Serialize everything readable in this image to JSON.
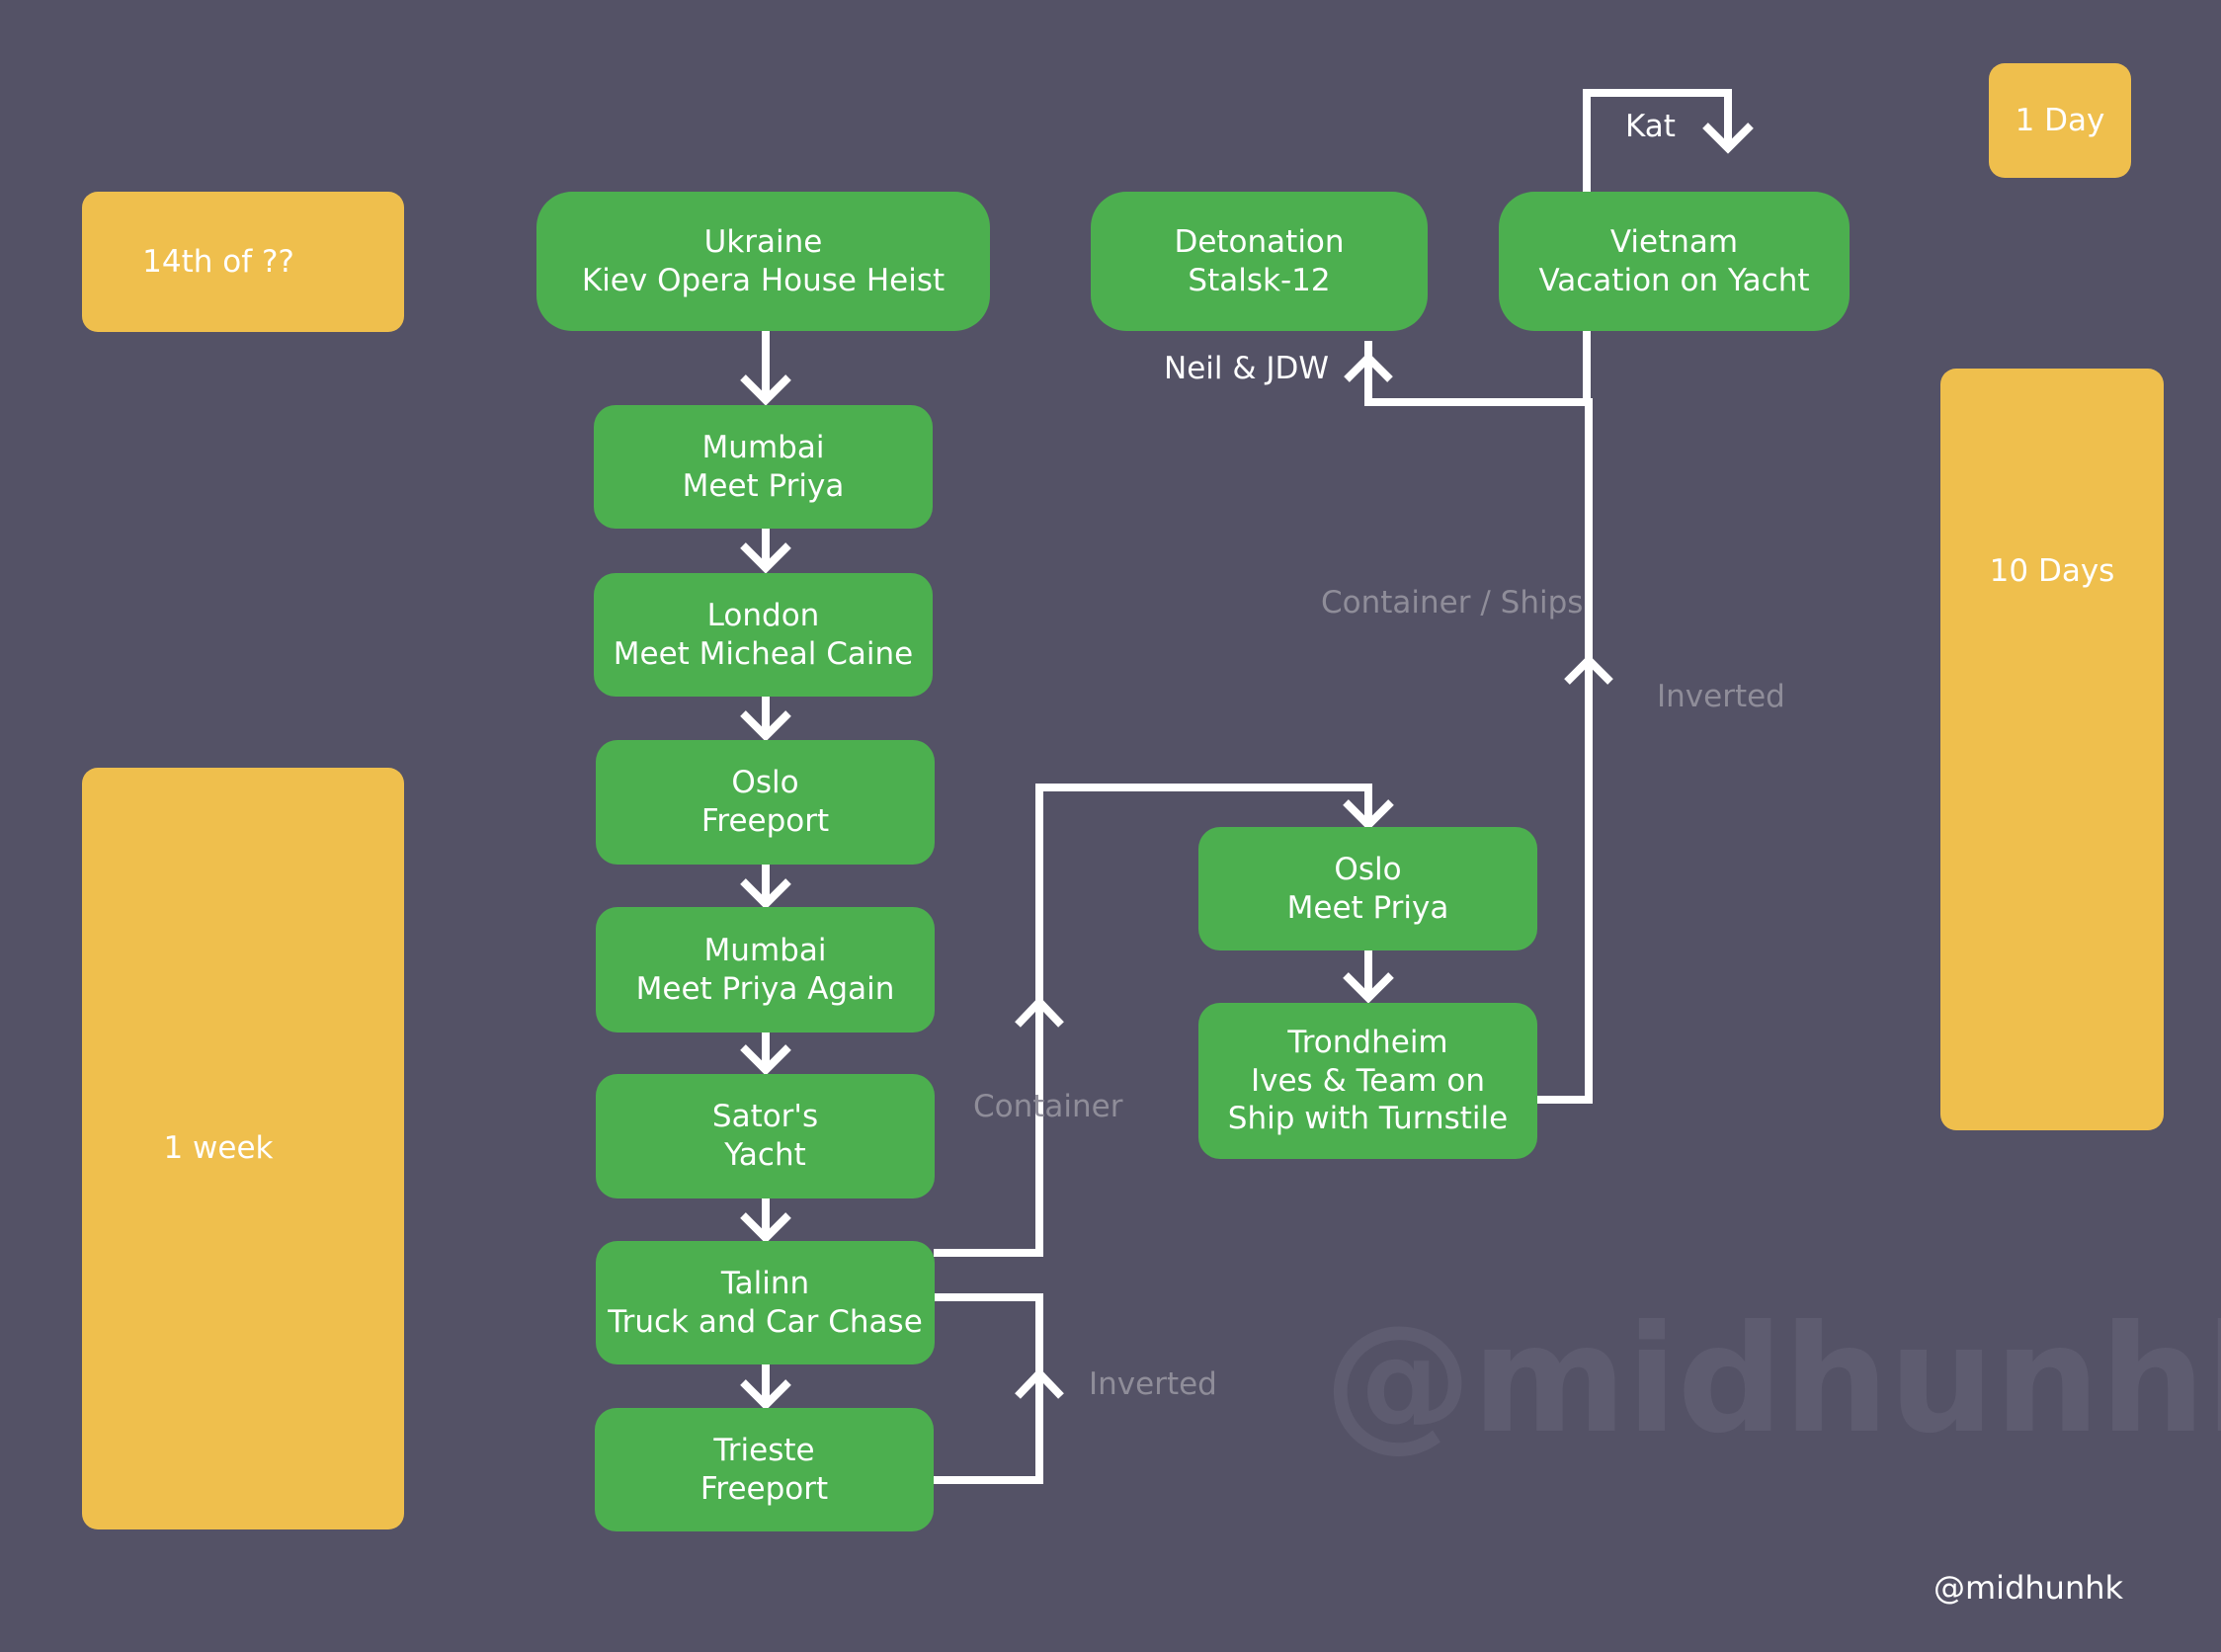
{
  "nodes": {
    "ukraine": [
      "Ukraine",
      "Kiev Opera House Heist"
    ],
    "mumbai1": [
      "Mumbai",
      "Meet Priya"
    ],
    "london": [
      "London",
      "Meet Micheal Caine"
    ],
    "oslo_freeport": [
      "Oslo",
      "Freeport"
    ],
    "mumbai2": [
      "Mumbai",
      "Meet Priya Again"
    ],
    "sators_yacht": [
      "Sator's",
      "Yacht"
    ],
    "talinn": [
      "Talinn",
      "Truck and Car Chase"
    ],
    "trieste": [
      "Trieste",
      "Freeport"
    ],
    "oslo_priya": [
      "Oslo",
      "Meet Priya"
    ],
    "trondheim": [
      "Trondheim",
      "Ives & Team on",
      "Ship with Turnstile"
    ],
    "detonation": [
      "Detonation",
      "Stalsk-12"
    ],
    "vietnam": [
      "Vietnam",
      "Vacation on Yacht"
    ]
  },
  "timeline": {
    "date": "14th of ??",
    "week": "1 week",
    "ten_days": "10 Days",
    "one_day": "1 Day"
  },
  "edge_labels": {
    "kat": "Kat",
    "neil_jdw": "Neil & JDW",
    "container_ships": "Container / Ships",
    "inverted_top": "Inverted",
    "container": "Container",
    "inverted_bottom": "Inverted"
  },
  "watermark": "@midhunhk",
  "credit": "@midhunhk",
  "colors": {
    "background": "#545266",
    "node": "#4caf4f",
    "timeline": "#efbf4d",
    "line": "#ffffff",
    "muted_label": "#8f8d99"
  }
}
